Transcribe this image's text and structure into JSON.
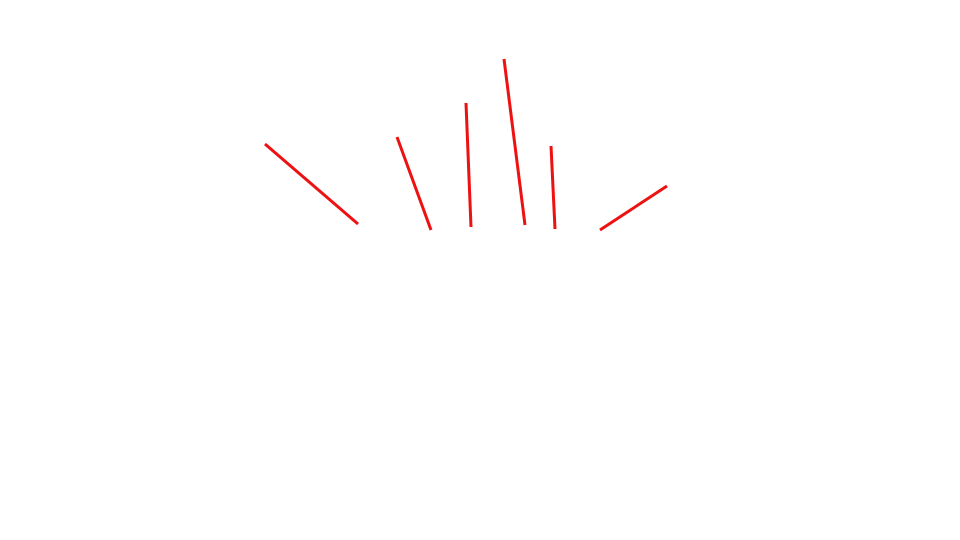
{
  "canvas": {
    "background": "#ffffff"
  },
  "strokes": {
    "color": "#ee1111",
    "count": 6,
    "items": [
      {
        "name": "stroke-1"
      },
      {
        "name": "stroke-2"
      },
      {
        "name": "stroke-3"
      },
      {
        "name": "stroke-4"
      },
      {
        "name": "stroke-5"
      },
      {
        "name": "stroke-6"
      }
    ]
  }
}
